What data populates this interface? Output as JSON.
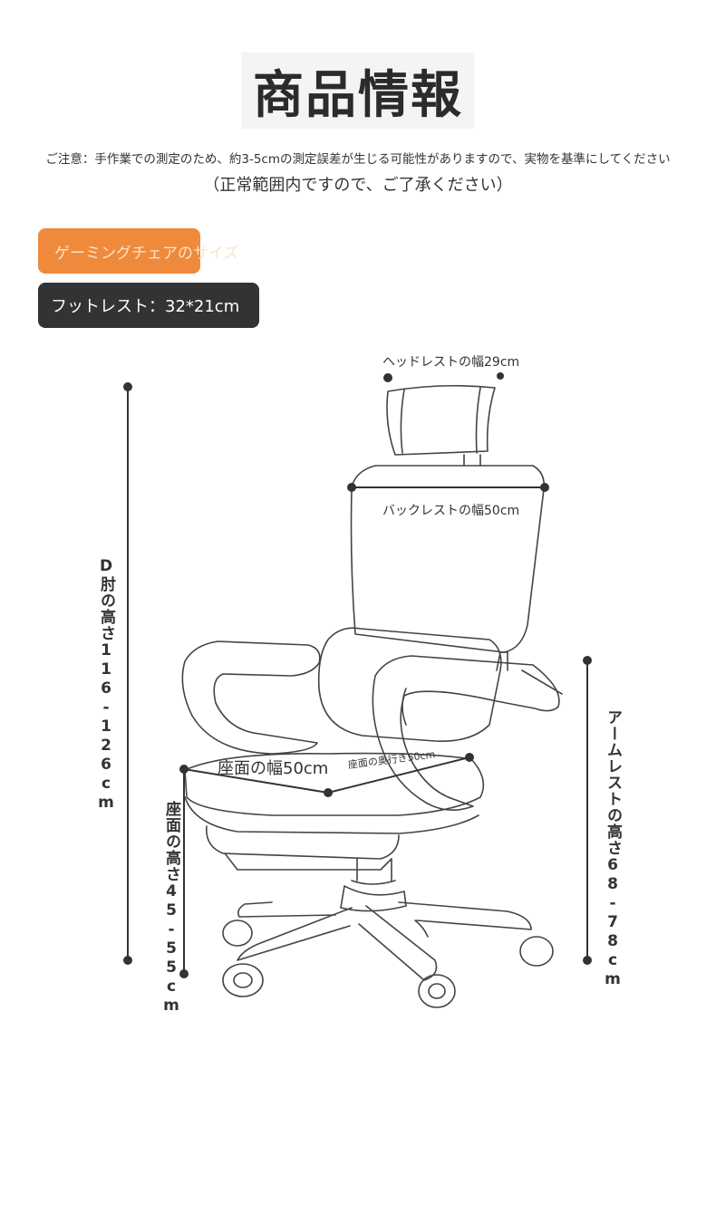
{
  "header": {
    "title": "商品情報",
    "notice_line1": "ご注意：手作業での測定のため、約3-5cmの測定誤差が生じる可能性がありますので、実物を基準にしてください",
    "notice_line2": "（正常範囲内ですので、ご了承ください）"
  },
  "tags": {
    "size_tag": "ゲーミングチェアのサイズ",
    "footrest_tag": "フットレスト：32*21cm"
  },
  "dimensions": {
    "headrest_width": "ヘッドレストの幅29cm",
    "backrest_width": "バックレストの幅50cm",
    "seat_width": "座面の幅50cm",
    "seat_depth": "座面の奥行き50cm",
    "total_height": "D肘の高さ116-126cm",
    "armrest_height": "アームレストの高さ68-78cm",
    "seat_height": "座面の高さ45-55cm"
  },
  "colors": {
    "accent_orange": "#ef8a3c",
    "dark_tag": "#333333",
    "line": "#333333"
  }
}
